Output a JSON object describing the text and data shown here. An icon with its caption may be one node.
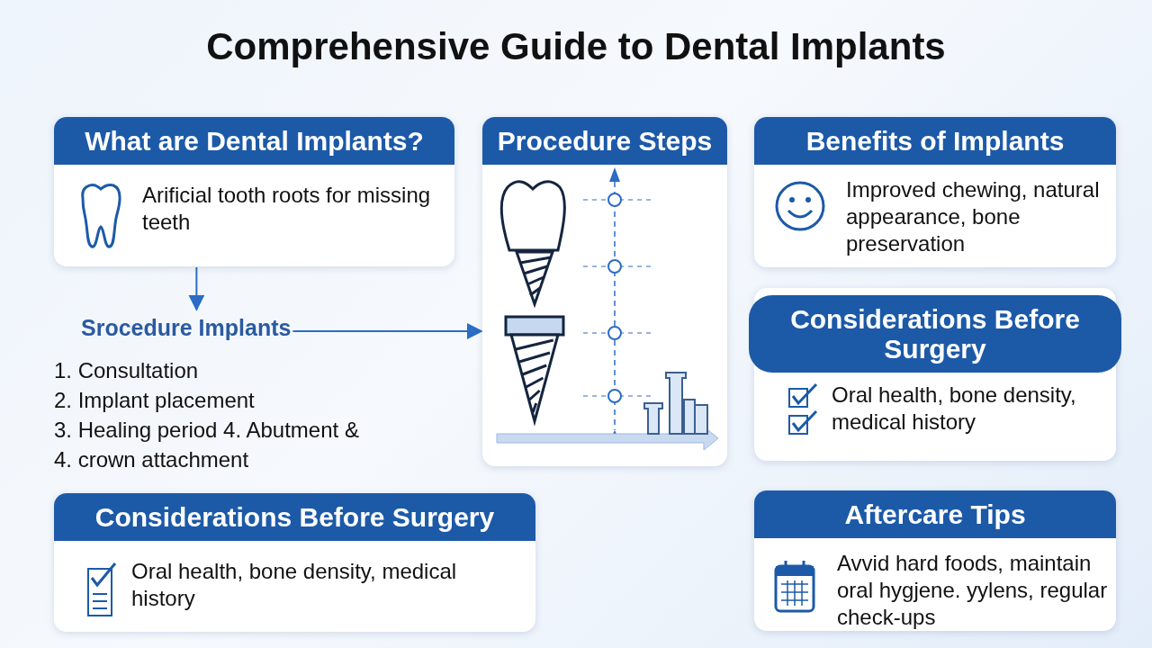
{
  "diagram": {
    "title": "Comprehensive Guide to Dental Implants",
    "nodes": [
      {
        "text": [
          "What are Dental Implants?",
          "Arificial tooth roots for missing teeth"
        ]
      },
      {
        "text": [
          "Srocedure Implants"
        ]
      },
      {
        "text": [
          "Procedure Steps"
        ]
      },
      {
        "text": [
          "Benefits of Implants",
          "Improved chewing, natural appearance, bone preservation"
        ]
      },
      {
        "text": [
          "Considerations Before Surgery",
          "Oral health, bone density, medical history"
        ]
      },
      {
        "text": [
          "Considerations Before Surgery",
          "Oral health, bone density, medical history"
        ]
      },
      {
        "text": [
          "Aftercare Tips",
          "Avvid hard foods, maintain oral hygjene. yylens, regular check-ups"
        ]
      }
    ],
    "edges": [
      {
        "from": 0,
        "to": 1,
        "arrow": "to"
      },
      {
        "from": 1,
        "to": 2,
        "arrow": "to"
      }
    ],
    "labels": [
      "1. Consultation",
      "2. Implant placement",
      "3. Healing period 4. Abutment &",
      "4. crown attachment"
    ]
  }
}
